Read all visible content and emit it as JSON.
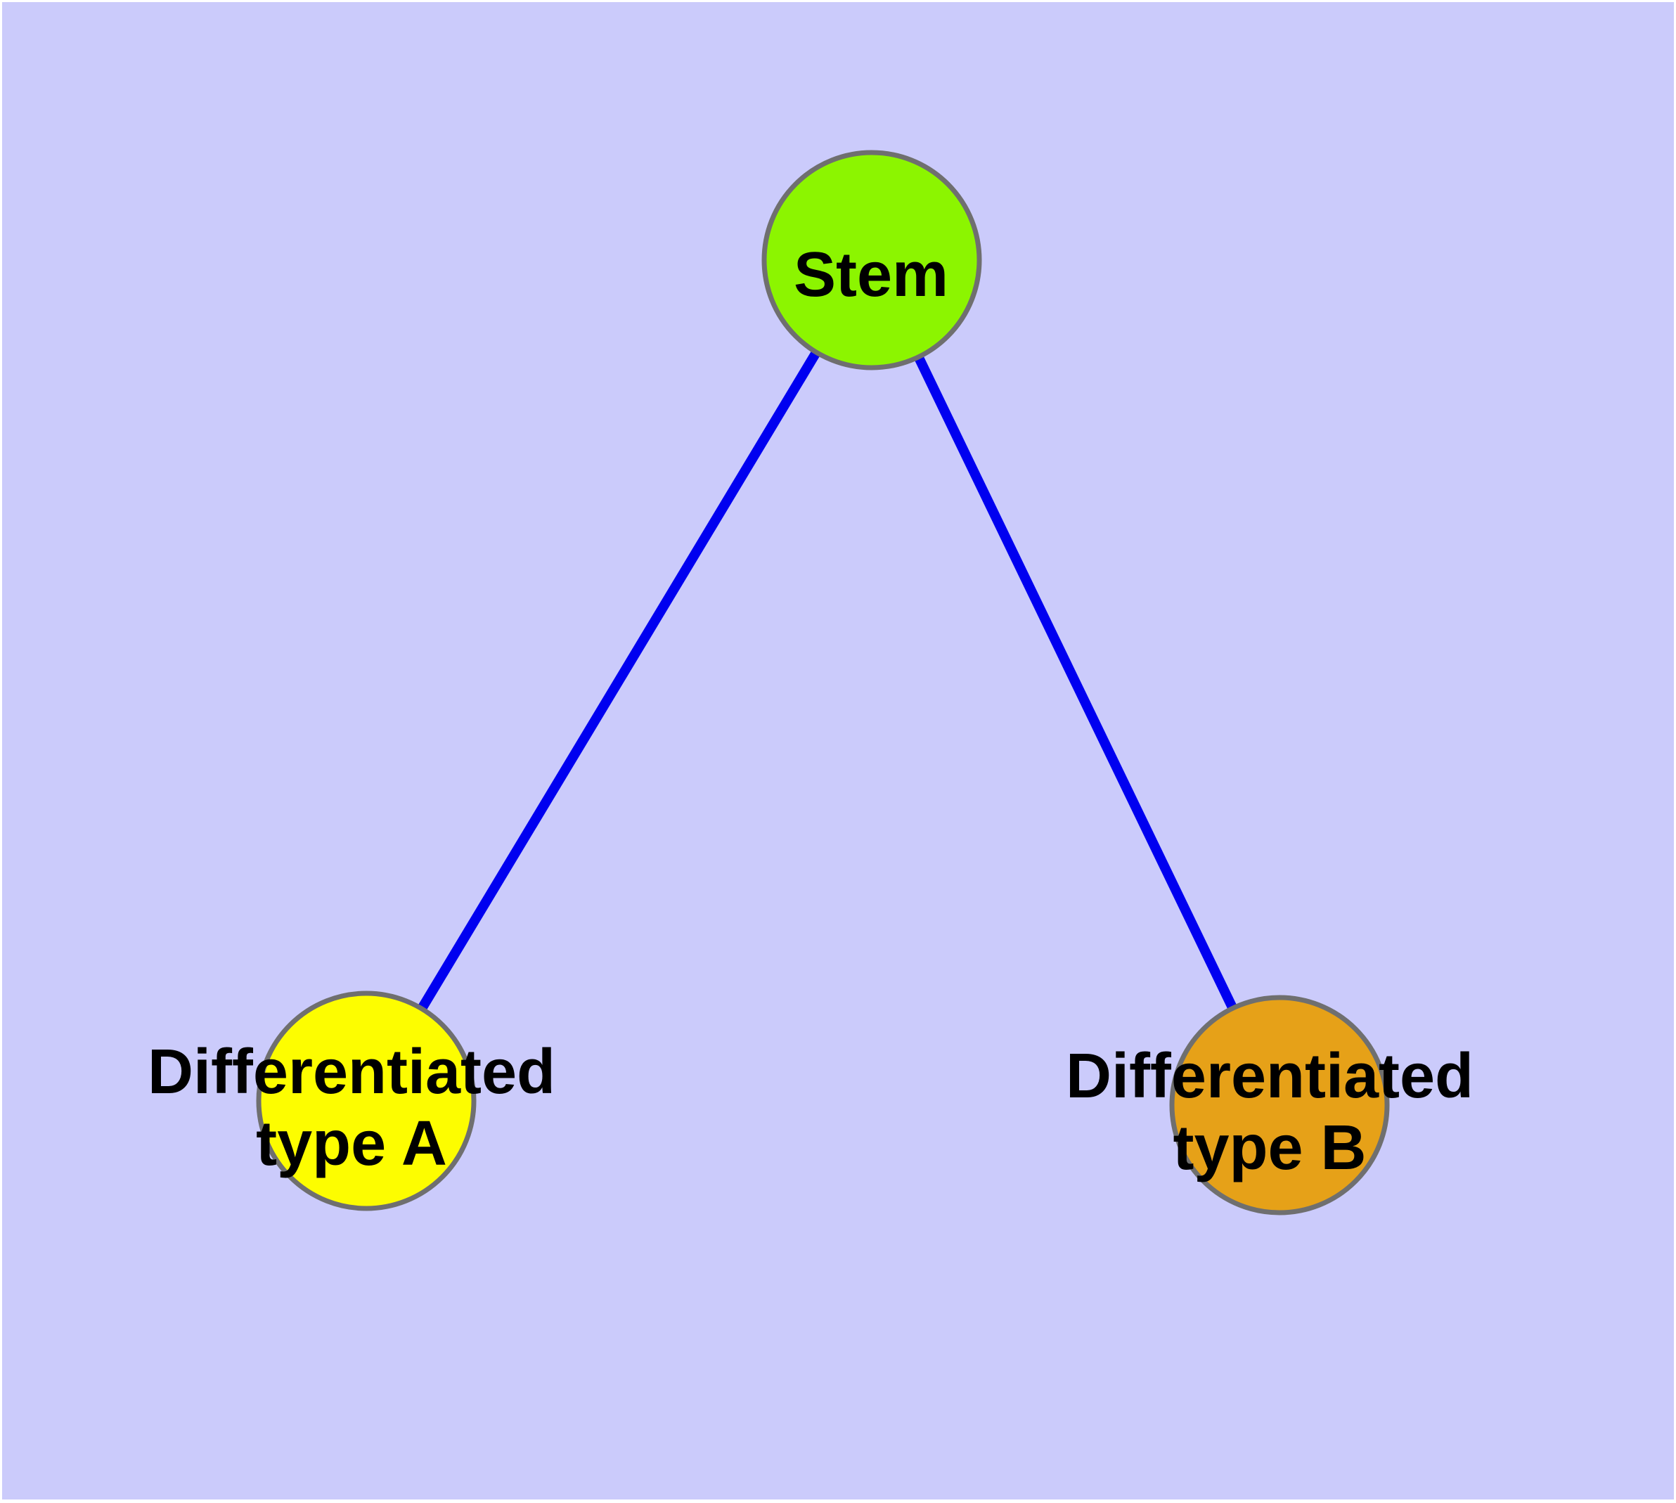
{
  "diagram": {
    "type": "node-link-graph",
    "background_color": "#CBCBFB",
    "frame_color": "#FFFFFF",
    "edge_color": "#0000F0",
    "node_border_color": "#6F6F6F",
    "text_color": "#000000",
    "nodes": [
      {
        "id": "stem",
        "label": "Stem",
        "label_lines": [
          "Stem"
        ],
        "fill": "#8CF500"
      },
      {
        "id": "differentiated-type-a",
        "label": "Differentiated type A",
        "label_lines": [
          "Differentiated",
          "type A"
        ],
        "fill": "#FDFD00"
      },
      {
        "id": "differentiated-type-b",
        "label": "Differentiated type B",
        "label_lines": [
          "Differentiated",
          "type B"
        ],
        "fill": "#E6A118"
      }
    ],
    "edges": [
      {
        "from": "Stem",
        "to": "Differentiated type A"
      },
      {
        "from": "Stem",
        "to": "Differentiated type B"
      }
    ]
  }
}
